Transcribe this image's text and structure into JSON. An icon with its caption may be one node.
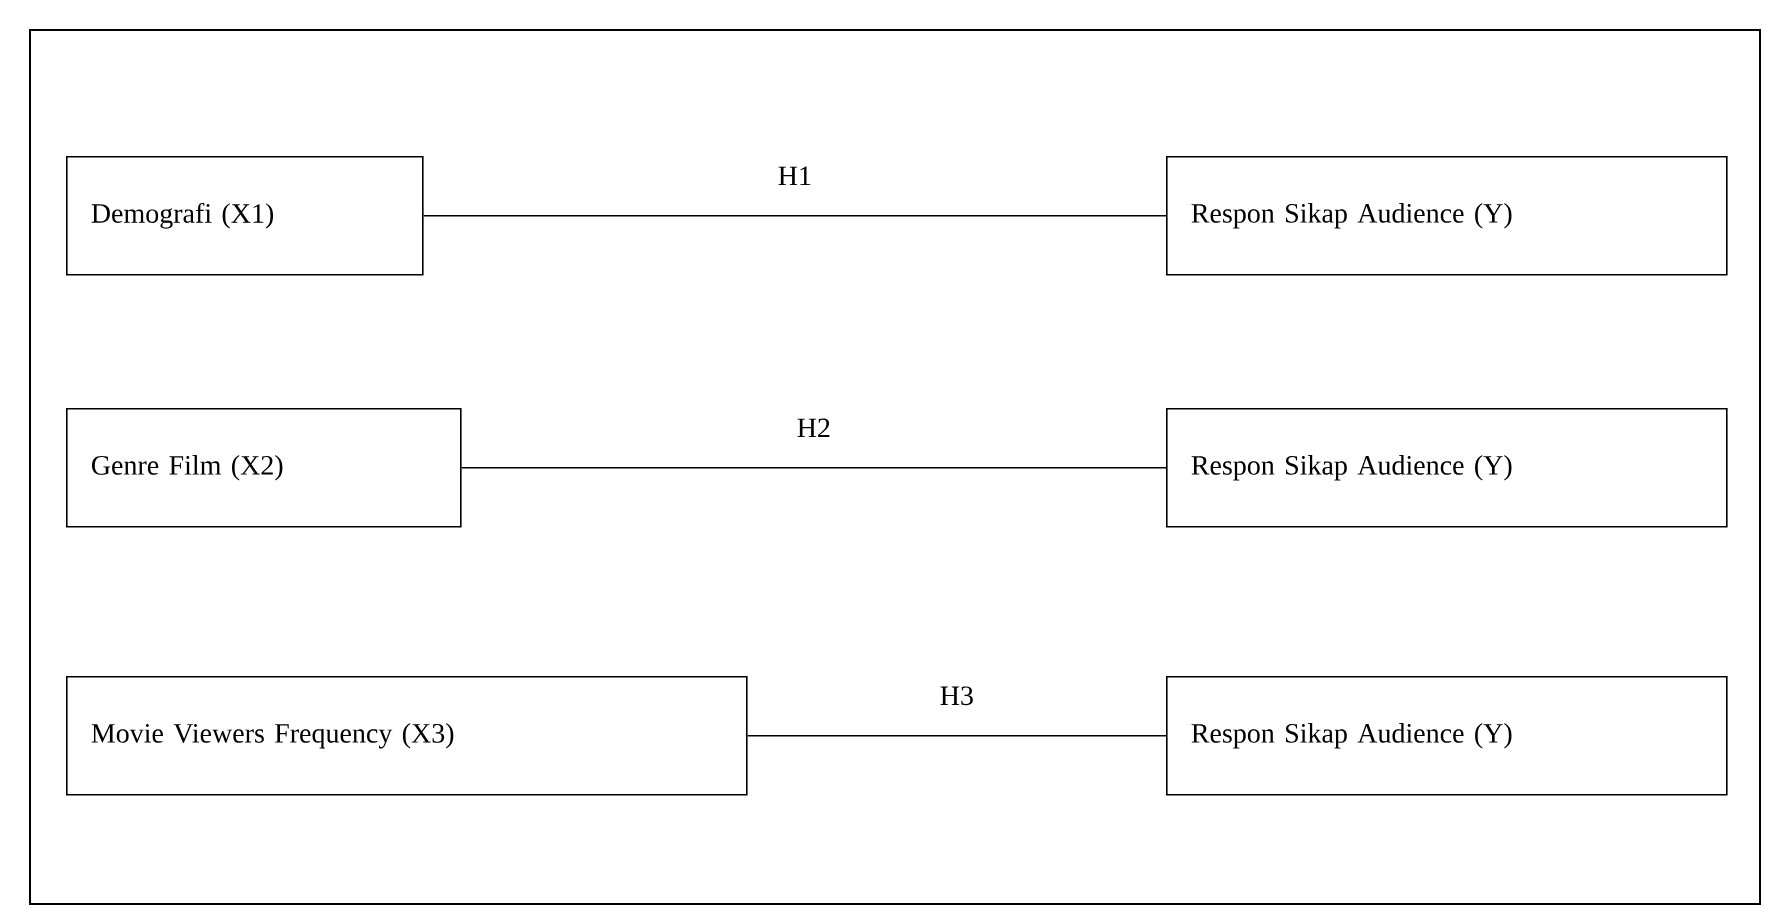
{
  "diagram": {
    "nodes": [
      {
        "text": [
          "Demografi (X1)"
        ]
      },
      {
        "text": [
          "Respon Sikap Audience (Y)"
        ]
      },
      {
        "text": [
          "Genre Film (X2)"
        ]
      },
      {
        "text": [
          "Respon Sikap Audience (Y)"
        ]
      },
      {
        "text": [
          "Movie Viewers Frequency (X3)"
        ]
      },
      {
        "text": [
          "Respon Sikap Audience (Y)"
        ]
      }
    ],
    "edges": [
      {
        "from": 0,
        "to": 1,
        "arrow": "none",
        "label": "H1"
      },
      {
        "from": 2,
        "to": 3,
        "arrow": "none",
        "label": "H2"
      },
      {
        "from": 4,
        "to": 5,
        "arrow": "none",
        "label": "H3"
      }
    ]
  }
}
